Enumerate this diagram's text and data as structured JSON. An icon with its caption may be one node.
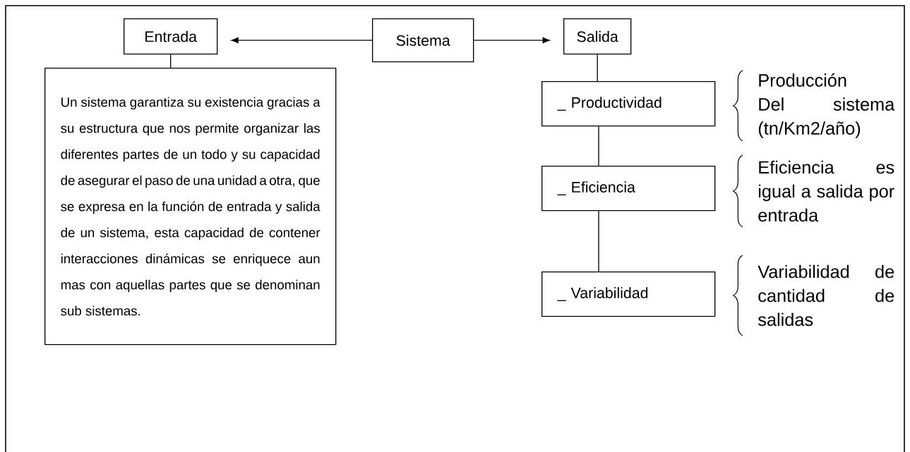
{
  "diagram": {
    "nodes": [
      {
        "text": [
          "Entrada"
        ]
      },
      {
        "text": [
          "Sistema"
        ]
      },
      {
        "text": [
          "Salida"
        ]
      },
      {
        "text": [
          "Un sistema  garantiza su existencia gracias a su estructura que nos permite organizar las diferentes partes de un todo y su capacidad de asegurar el paso de una unidad a otra, que se expresa en la función de entrada y salida de un sistema, esta capacidad de contener interacciones dinámicas se enriquece aun mas con aquellas partes que se denominan sub sistemas."
        ]
      },
      {
        "text": [
          "_ Productividad"
        ],
        "beside": [
          "Producción",
          "Del sistema (tn/Km2/año)"
        ]
      },
      {
        "text": [
          "_ Eficiencia"
        ],
        "beside": [
          "Eficiencia es igual a salida por entrada"
        ]
      },
      {
        "text": [
          "_ Variabilidad"
        ],
        "beside": [
          "Variabilidad de cantidad de salidas"
        ]
      }
    ],
    "edges": [
      {
        "from": 1,
        "to": 0,
        "arrow": "to"
      },
      {
        "from": 1,
        "to": 2,
        "arrow": "to"
      },
      {
        "from": 0,
        "to": 3,
        "arrow": "none"
      },
      {
        "from": 2,
        "to": 4,
        "arrow": "none"
      },
      {
        "from": 4,
        "to": 5,
        "arrow": "none"
      },
      {
        "from": 5,
        "to": 6,
        "arrow": "none"
      }
    ]
  }
}
